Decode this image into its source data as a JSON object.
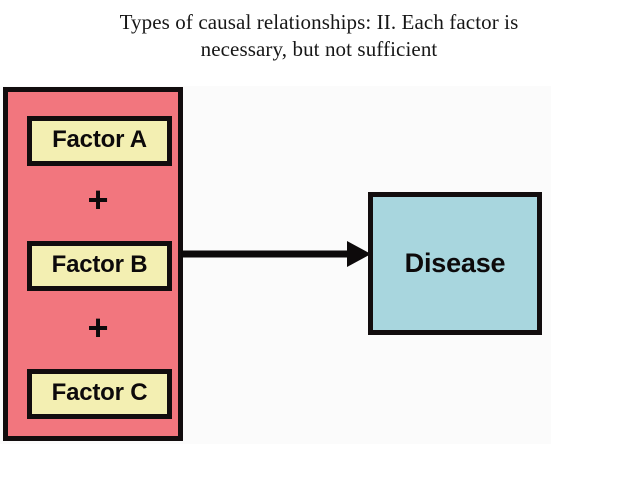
{
  "slide": {
    "title_lines": [
      "Types of causal relationships: II. Each factor is",
      "necessary, but not sufficient"
    ],
    "background_color": "#ffffff"
  },
  "diagram": {
    "canvas_color": "#fbfbfb",
    "factor_panel": {
      "fill_color": "#f2767e",
      "border_color": "#120d0e",
      "boxes": [
        {
          "label": "Factor A",
          "fill_color": "#f3efb2"
        },
        {
          "label": "Factor B",
          "fill_color": "#f3efb2"
        },
        {
          "label": "Factor C",
          "fill_color": "#f3efb2"
        }
      ],
      "operators": [
        {
          "symbol": "+"
        },
        {
          "symbol": "+"
        }
      ]
    },
    "arrow": {
      "direction": "right",
      "color": "#0d0a0b"
    },
    "outcome": {
      "label": "Disease",
      "fill_color": "#a8d6de",
      "border_color": "#120d0e"
    }
  }
}
